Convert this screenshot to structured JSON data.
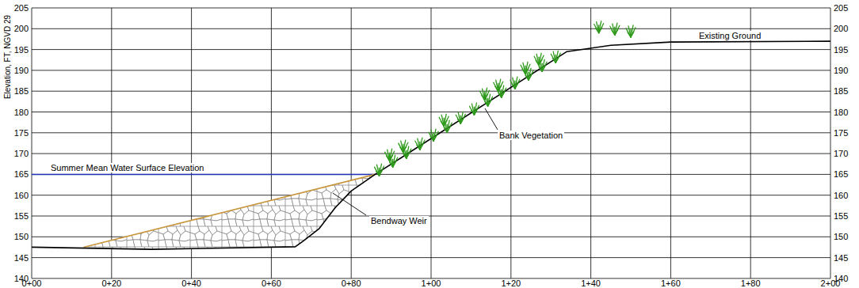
{
  "diagram": {
    "labels": [
      "205",
      "200",
      "195",
      "190",
      "185",
      "180",
      "175",
      "170",
      "165",
      "160",
      "155",
      "150",
      "145",
      "140",
      "205",
      "200",
      "195",
      "190",
      "185",
      "180",
      "175",
      "170",
      "165",
      "160",
      "155",
      "150",
      "145",
      "140",
      "0+00",
      "0+20",
      "0+40",
      "0+60",
      "0+80",
      "1+00",
      "1+20",
      "1+40",
      "1+60",
      "1+80",
      "2+00",
      "Elevation, FT, NGVD 29",
      "Summer Mean Water Surface Elevation",
      "Existing Ground",
      "Bank Vegetation",
      "Bendway Weir"
    ]
  }
}
